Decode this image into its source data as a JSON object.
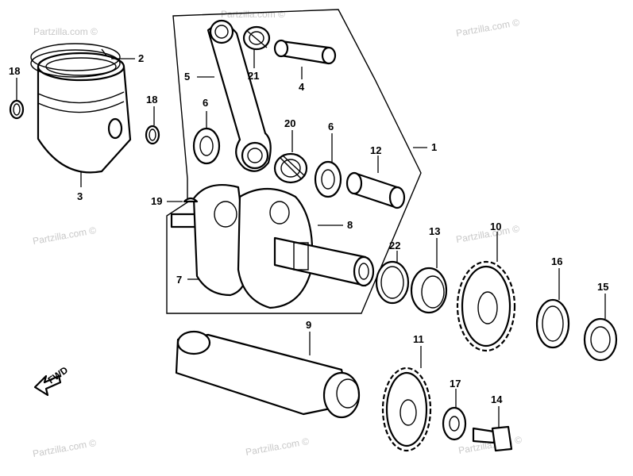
{
  "watermark": "Partzilla.com ©",
  "fwd_label": "FWD",
  "callouts": {
    "p1": "1",
    "p2": "2",
    "p3": "3",
    "p4": "4",
    "p5": "5",
    "p6a": "6",
    "p6b": "6",
    "p7": "7",
    "p8": "8",
    "p9": "9",
    "p10": "10",
    "p11": "11",
    "p12": "12",
    "p13": "13",
    "p14": "14",
    "p15": "15",
    "p16": "16",
    "p17": "17",
    "p18a": "18",
    "p18b": "18",
    "p19": "19",
    "p20": "20",
    "p21": "21",
    "p22": "22"
  }
}
